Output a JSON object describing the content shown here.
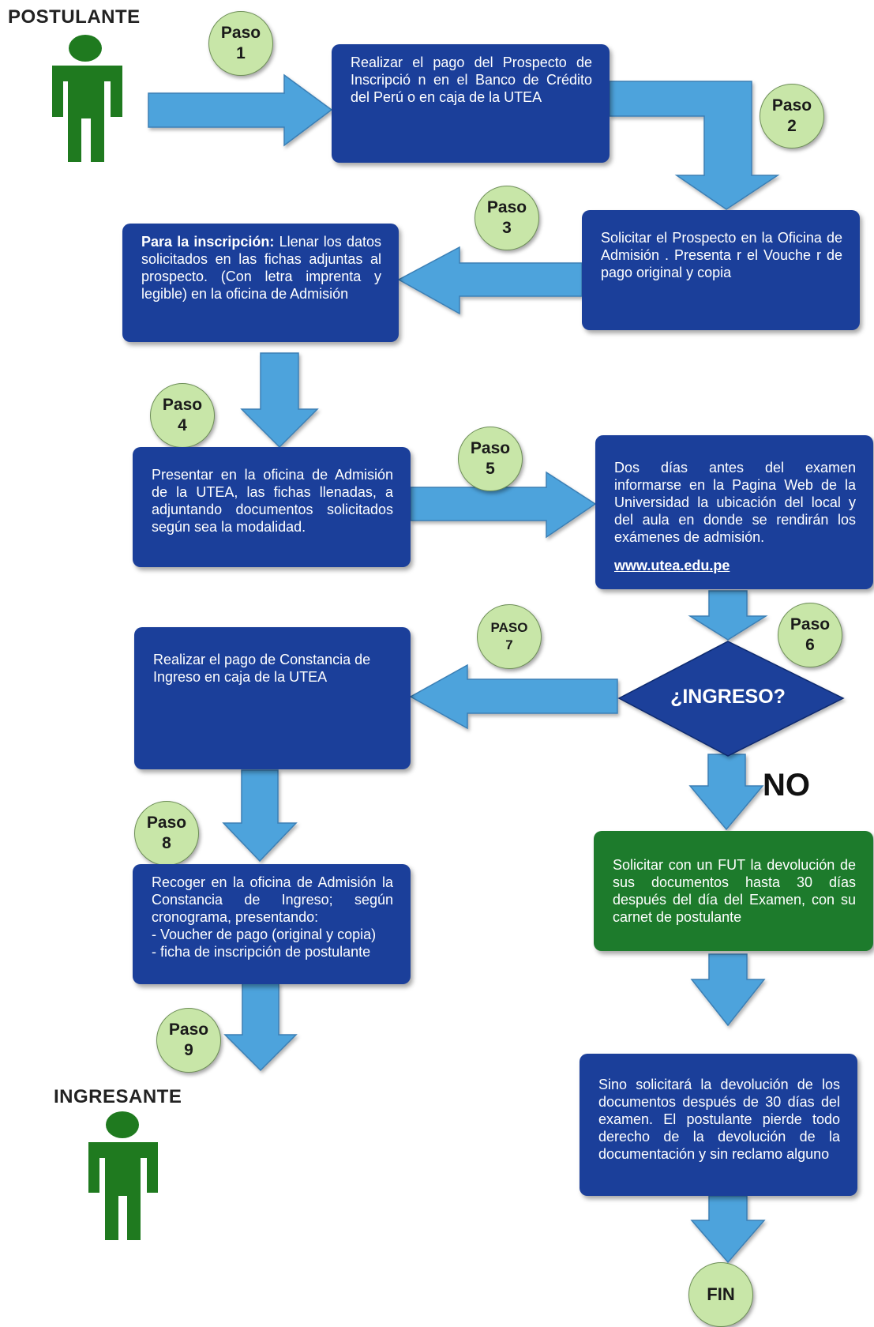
{
  "actors": {
    "start_label": "POSTULANTE",
    "end_label": "INGRESANTE"
  },
  "steps": [
    {
      "word": "Paso",
      "num": "1"
    },
    {
      "word": "Paso",
      "num": "2"
    },
    {
      "word": "Paso",
      "num": "3"
    },
    {
      "word": "Paso",
      "num": "4"
    },
    {
      "word": "Paso",
      "num": "5"
    },
    {
      "word": "Paso",
      "num": "6"
    },
    {
      "word": "PASO",
      "num": "7"
    },
    {
      "word": "Paso",
      "num": "8"
    },
    {
      "word": "Paso",
      "num": "9"
    }
  ],
  "boxes": {
    "b1": "Realizar el pago del Prospecto de Inscripció n en el Banco de Crédito del Perú o en caja de la UTEA",
    "b2": "Solicitar el Prospecto en la Oficina de Admisión . Presenta r el Vouche r de pago original y copia",
    "b3_bold": "Para la inscripción:",
    "b3_rest": " Llenar los datos solicitados en las fichas adjuntas al prospecto. (Con letra imprenta y legible) en la oficina de Admisión",
    "b4": "Presentar en la oficina de Admisión de la UTEA, las fichas llenadas, a adjuntando documentos solicitados según sea la modalidad.",
    "b5": "Dos días antes del examen informarse en la Pagina Web de la Universidad la ubicación del local y del aula en donde se rendirán los exámenes de admisión.",
    "b5_link": "www.utea.edu.pe",
    "b6": "Realizar el pago de Constancia de Ingreso en caja de la UTEA",
    "b7_intro": "Recoger en la oficina de Admisión la Constancia de Ingreso; según cronograma, presentando:",
    "b7_items": [
      "- Voucher de pago (original y copia)",
      "- ficha de inscripción de postulante"
    ],
    "b8": "Solicitar con un FUT la devolución de sus documentos hasta 30 días después del día del Examen, con su carnet de postulante",
    "b9": "Sino solicitará la devolución de los documentos después de 30 días del examen. El postulante pierde todo derecho de la devolución de la documentación y sin reclamo alguno"
  },
  "decision": "¿INGRESO?",
  "no_label": "NO",
  "end_label": "FIN",
  "colors": {
    "box": "#1b3f9a",
    "box_green": "#1d7b2c",
    "arrow": "#4ea3dc",
    "step_circle": "#c8e6a8",
    "person": "#1f7a1f"
  }
}
